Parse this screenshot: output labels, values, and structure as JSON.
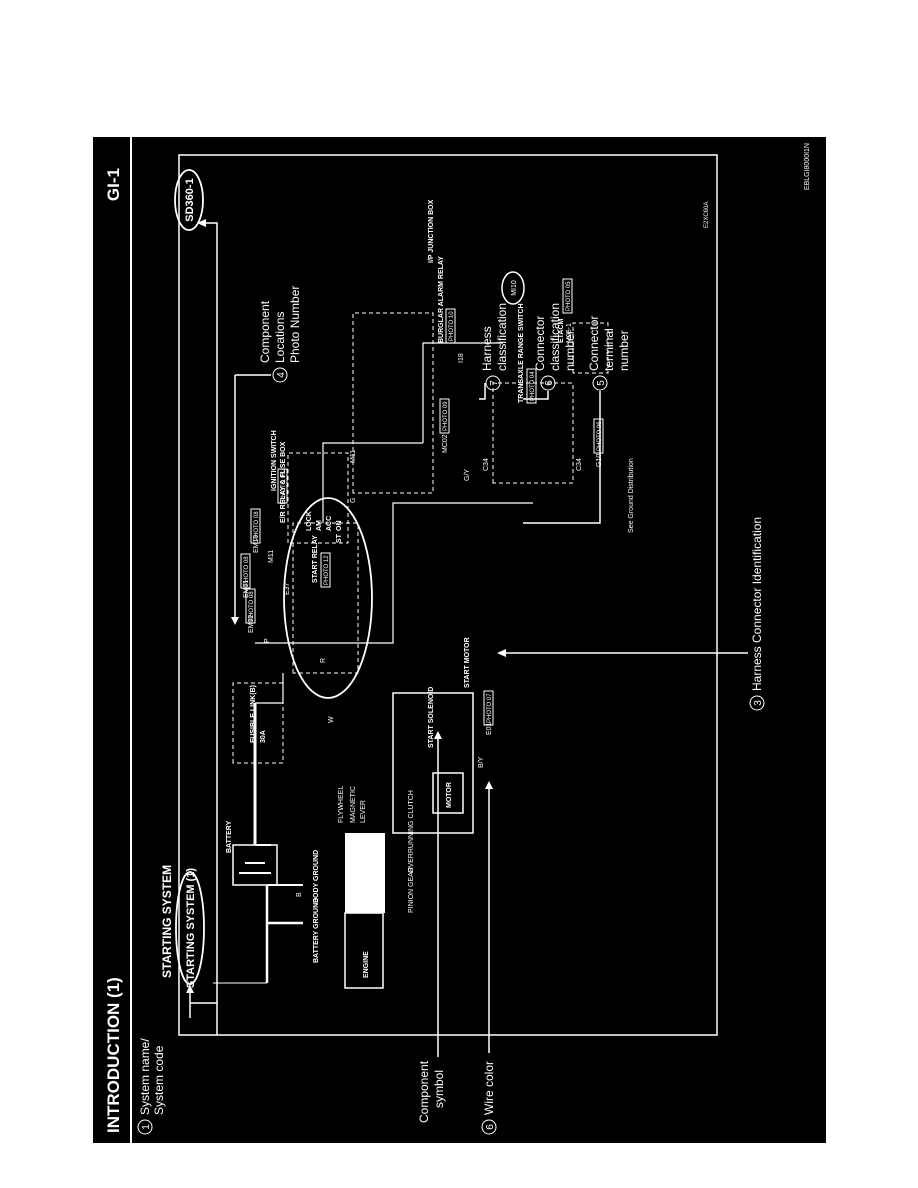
{
  "header": {
    "title": "INTRODUCTION (1)",
    "page_code": "GI-1"
  },
  "diagram": {
    "system_heading": "STARTING SYSTEM",
    "system_name": "STARTING SYSTEM (1)",
    "system_code": "SD360-1",
    "code_small": "E2XC60A",
    "footer_code": "EBLGI8000I1N"
  },
  "callouts": {
    "c1_num": "1",
    "c1_line1": "System name/",
    "c1_line2": "System code",
    "component_symbol_line1": "Component",
    "component_symbol_line2": "symbol",
    "c6a_num": "6",
    "c6a": "Wire color",
    "c3_num": "3",
    "c3": "Harness Connector Identification",
    "c4_num": "4",
    "c4_line1": "Component",
    "c4_line2": "Locations",
    "c4_line3": "Photo Number",
    "c7_num": "7",
    "c7_line1": "Harness",
    "c7_line2": "classification",
    "c6b_num": "6",
    "c6b_line1": "Connector",
    "c6b_line2": "classification",
    "c6b_line3": "number",
    "c5_num": "5",
    "c5_line1": "Connector",
    "c5_line2": "terminal",
    "c5_line3": "number"
  },
  "labels": {
    "battery": "BATTERY",
    "battery_ground": "BATTERY GROUND",
    "body_ground": "BODY GROUND",
    "flywheel": "FLYWHEEL",
    "magnetic": "MAGNETIC",
    "lever": "LEVER",
    "engine": "ENGINE",
    "pinion_gear": "PINION GEAR",
    "overrunning_clutch": "OVERRUNNING CLUTCH",
    "motor": "MOTOR",
    "start_solenoid": "START SOLENOID",
    "start_motor": "START MOTOR",
    "fusible_link": "FUSIBLE LINK(B)",
    "fusible_amp": "30A",
    "er_relay_fuse_box": "E/R RELAY & FUSE BOX",
    "start_relay": "START RELAY",
    "ignition_switch": "IGNITION SWITCH",
    "lock": "LOCK",
    "am": "AM",
    "acc": "ACC",
    "on": "ON",
    "st": "ST",
    "burglar_alarm_relay": "BURGLAR ALARM RELAY",
    "ip_junction_box": "I/P JUNCTION BOX",
    "transaxle_range_switch": "TRANSAXLE RANGE SWITCH",
    "etacm": "ETACM",
    "see_ground_dist": "See Ground Distribution"
  },
  "photos": {
    "p07": "PHOTO 07",
    "p08a": "PHOTO 08",
    "p08b": "PHOTO 08",
    "p08c": "PHOTO 08",
    "p01": "PHOTO 01",
    "p12": "PHOTO 12",
    "p09": "PHOTO 09",
    "p04": "PHOTO 04",
    "p05": "PHOTO 05",
    "p06": "PHOTO 06",
    "p10": "PHOTO 10"
  },
  "connectors": {
    "e01": "E01",
    "em01": "EM01",
    "em02": "EM02",
    "em10": "EM10",
    "m11a": "M11",
    "m11b": "M11",
    "mc02": "MC02",
    "c34a": "C34",
    "c34b": "C34",
    "e37": "E37",
    "i18": "I18",
    "m05": "M05-1",
    "g10": "G10",
    "mi10": "MI10"
  },
  "wires": {
    "b": "B",
    "r": "R",
    "w": "W",
    "by": "B/Y",
    "p": "P",
    "g": "G",
    "gy": "G/Y"
  }
}
